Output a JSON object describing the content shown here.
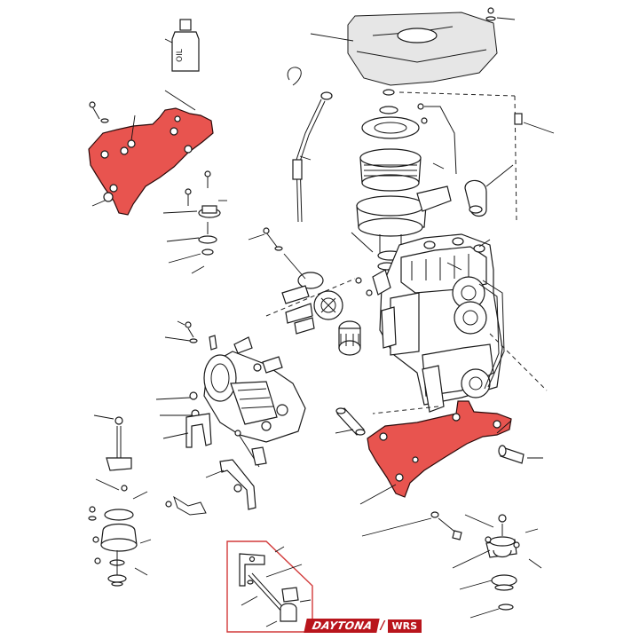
{
  "logo": {
    "brand": "DAYTONA",
    "separator": "/",
    "sub": "WRS"
  },
  "oil_bottle": {
    "label": "OIL"
  },
  "colors": {
    "highlight_red": "#e8544f",
    "logo_red": "#b9151c",
    "line": "#1a1a1a"
  }
}
